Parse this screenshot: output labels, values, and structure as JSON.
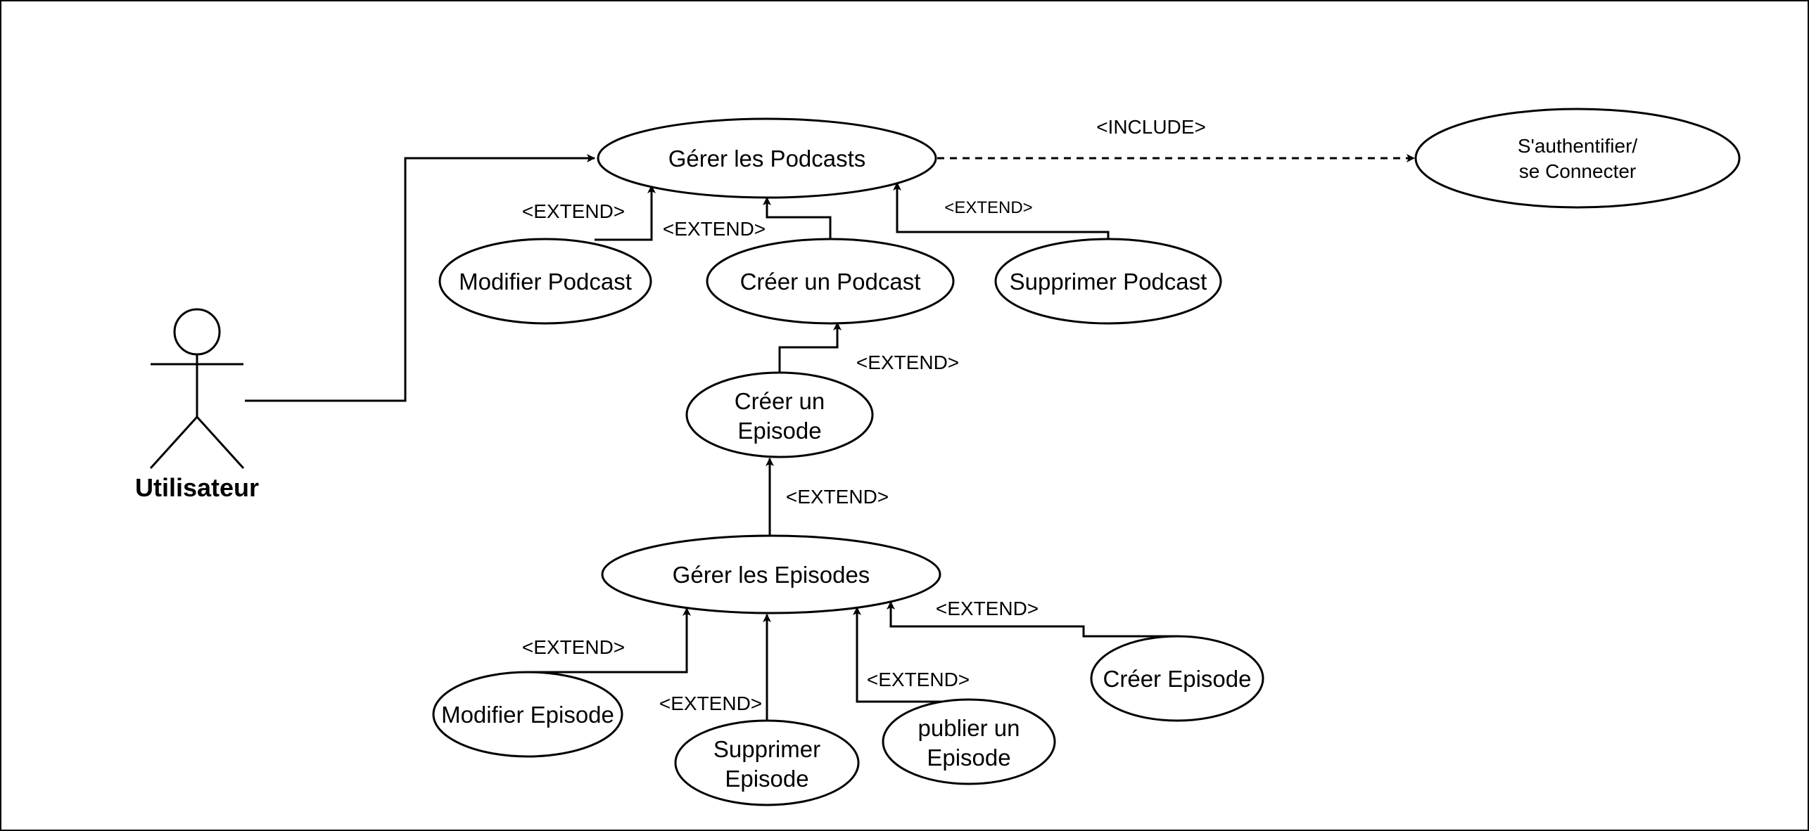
{
  "diagram": {
    "type": "uml-use-case",
    "colors": {
      "stroke": "#000000",
      "fill": "#ffffff",
      "background": "#ffffff"
    },
    "actor": {
      "name": "Utilisateur"
    },
    "use_cases": {
      "gerer_podcasts": {
        "lines": [
          "Gérer les Podcasts"
        ]
      },
      "authentifier": {
        "lines": [
          "S'authentifier/",
          "se Connecter"
        ]
      },
      "modifier_podcast": {
        "lines": [
          "Modifier Podcast"
        ]
      },
      "creer_podcast": {
        "lines": [
          "Créer un Podcast"
        ]
      },
      "supprimer_podcast": {
        "lines": [
          "Supprimer Podcast"
        ]
      },
      "creer_un_episode": {
        "lines": [
          "Créer un",
          "Episode"
        ]
      },
      "gerer_episodes": {
        "lines": [
          "Gérer les Episodes"
        ]
      },
      "modifier_episode": {
        "lines": [
          "Modifier Episode"
        ]
      },
      "supprimer_episode": {
        "lines": [
          "Supprimer",
          "Episode"
        ]
      },
      "publier_episode": {
        "lines": [
          "publier un",
          "Episode"
        ]
      },
      "creer_episode": {
        "lines": [
          "Créer Episode"
        ]
      }
    },
    "relationships": [
      {
        "from": "actor",
        "to": "gerer_podcasts",
        "kind": "association",
        "label": ""
      },
      {
        "from": "gerer_podcasts",
        "to": "authentifier",
        "kind": "include",
        "label": "<INCLUDE>"
      },
      {
        "from": "modifier_podcast",
        "to": "gerer_podcasts",
        "kind": "extend",
        "label": "<EXTEND>"
      },
      {
        "from": "creer_podcast",
        "to": "gerer_podcasts",
        "kind": "extend",
        "label": "<EXTEND>"
      },
      {
        "from": "supprimer_podcast",
        "to": "gerer_podcasts",
        "kind": "extend",
        "label": "<EXTEND>"
      },
      {
        "from": "creer_un_episode",
        "to": "creer_podcast",
        "kind": "extend",
        "label": "<EXTEND>"
      },
      {
        "from": "gerer_episodes",
        "to": "creer_un_episode",
        "kind": "extend",
        "label": "<EXTEND>"
      },
      {
        "from": "modifier_episode",
        "to": "gerer_episodes",
        "kind": "extend",
        "label": "<EXTEND>"
      },
      {
        "from": "supprimer_episode",
        "to": "gerer_episodes",
        "kind": "extend",
        "label": "<EXTEND>"
      },
      {
        "from": "publier_episode",
        "to": "gerer_episodes",
        "kind": "extend",
        "label": "<EXTEND>"
      },
      {
        "from": "creer_episode",
        "to": "gerer_episodes",
        "kind": "extend",
        "label": "<EXTEND>"
      }
    ]
  }
}
